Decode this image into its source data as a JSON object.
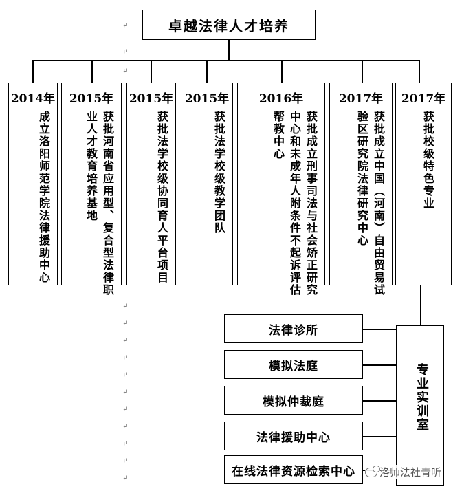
{
  "title": "卓越法律人才培养",
  "columns": [
    {
      "year": "2014年",
      "text": "成立洛阳师范学院法律援助中心"
    },
    {
      "year": "2015年",
      "text": "获批河南省应用型、复合型法律职业人才教育培养基地"
    },
    {
      "year": "2015年",
      "text": "获批法学校级协同育人平台项目"
    },
    {
      "year": "2015年",
      "text": "获批法学校级教学团队"
    },
    {
      "year": "2016年",
      "text": "获批成立刑事司法与社会矫正研究中心和未成年人附条件不起诉评估帮教中心"
    },
    {
      "year": "2017年",
      "text": "获批成立中国（河南）自由贸易试验区研究院法律研究中心"
    },
    {
      "year": "2017年",
      "text": "获批校级特色专业"
    }
  ],
  "facilities": [
    "法律诊所",
    "模拟法庭",
    "模拟仲裁庭",
    "法律援助中心",
    "在线法律资源检索中心"
  ],
  "lab_label": "专业实训室",
  "watermark": "洛师法社青听"
}
